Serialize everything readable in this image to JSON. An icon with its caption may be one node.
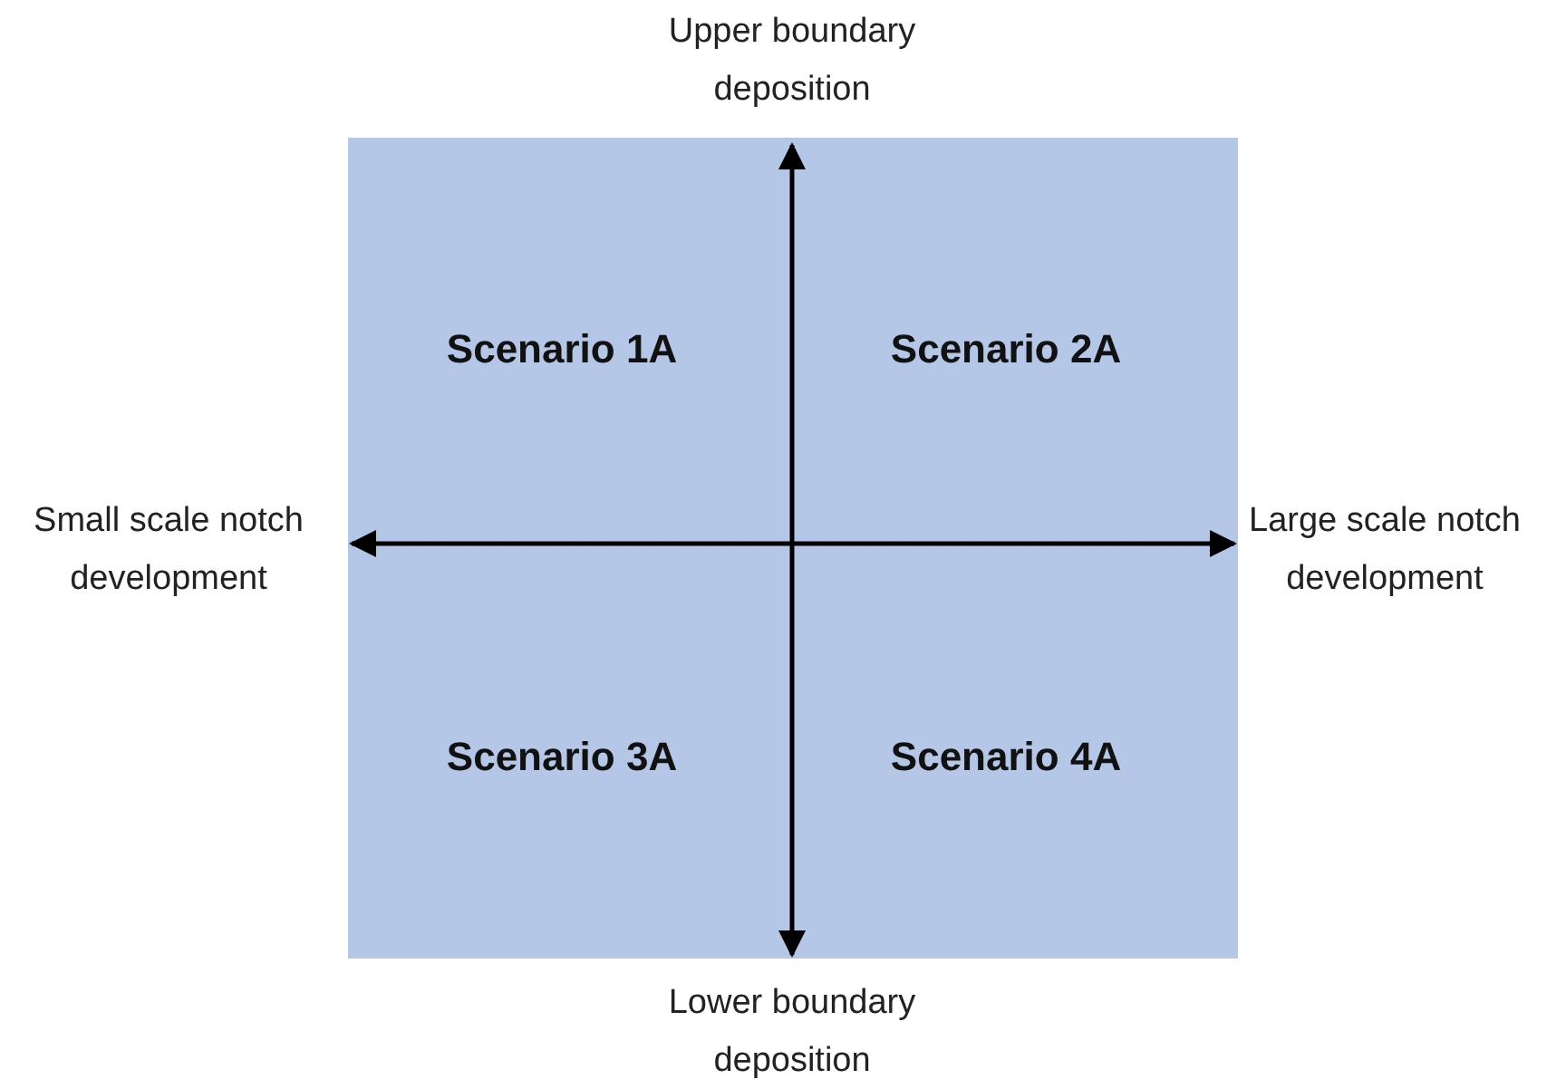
{
  "diagram": {
    "nodes": [
      {
        "text": [
          "Scenario 1A",
          "Scenario 2A",
          "Scenario 3A",
          "Scenario 4A"
        ]
      }
    ],
    "labels": [
      "Upper boundary deposition",
      "Small scale notch development",
      "Large scale notch development",
      "Lower boundary deposition"
    ]
  }
}
